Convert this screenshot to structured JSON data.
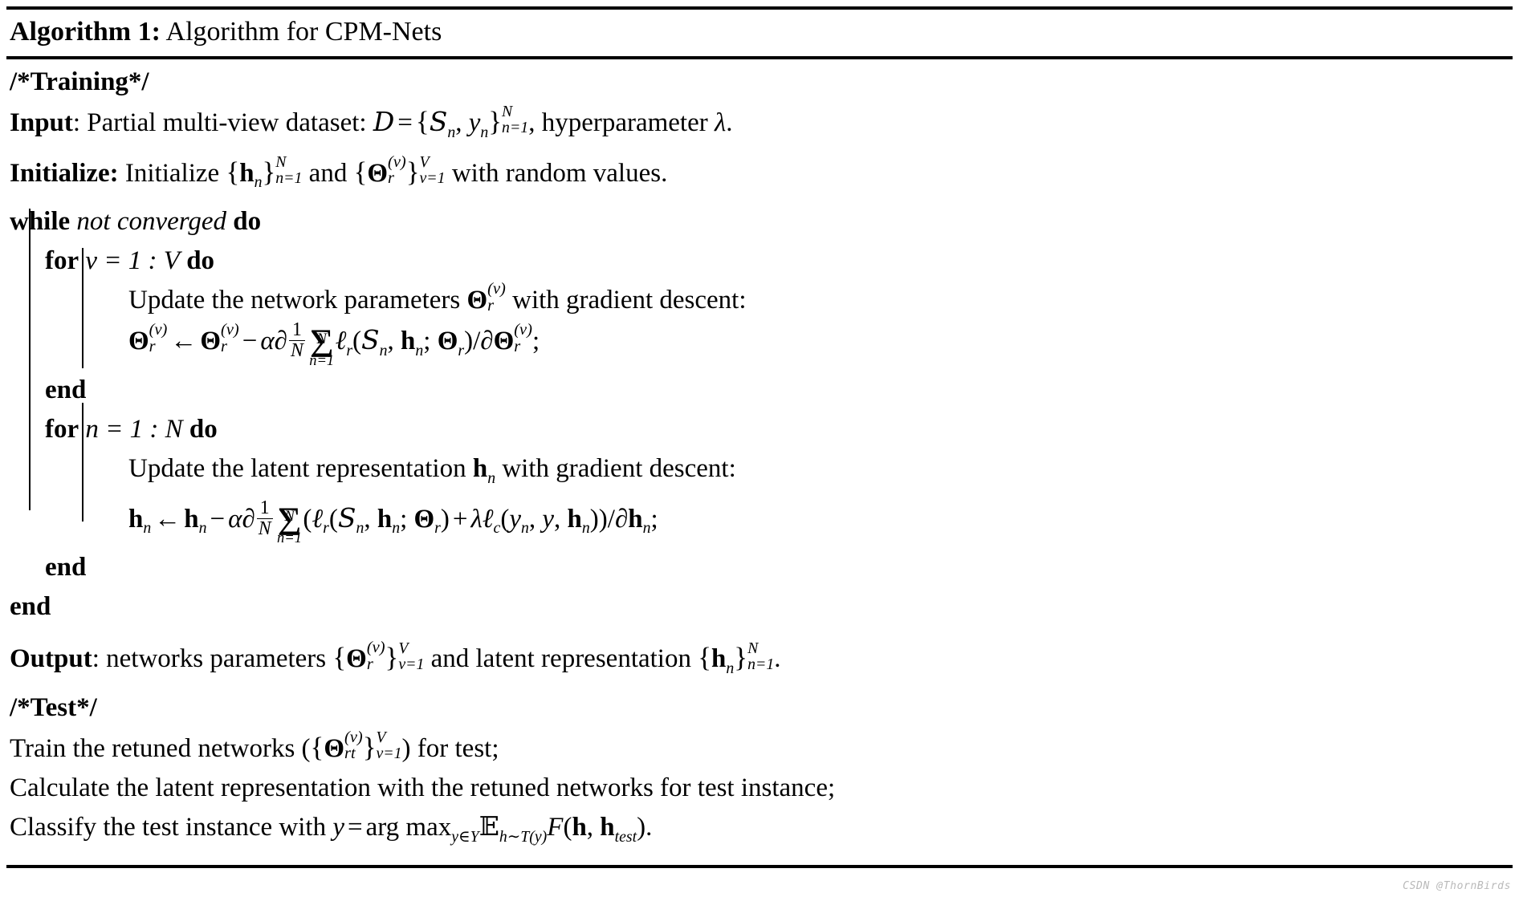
{
  "document": {
    "type": "algorithm-pseudocode",
    "caption_label": "Algorithm 1:",
    "caption_title": "Algorithm for CPM-Nets",
    "watermark": "CSDN @ThornBirds"
  },
  "lines": {
    "training_comment": "/*Training*/",
    "input_label": "Input",
    "input_text": ": Partial multi-view dataset: ",
    "input_tail": ", hyperparameter ",
    "input_lambda": "λ",
    "input_period": ".",
    "initialize_label": "Initialize:",
    "initialize_text": " Initialize ",
    "initialize_and": " and ",
    "initialize_tail": " with random values.",
    "while_kw": "while",
    "while_cond": "not converged",
    "while_do": "do",
    "for1_kw": "for",
    "for1_range": "v = 1 : V",
    "for1_do": "do",
    "update_theta_text": "Update the network parameters ",
    "update_theta_tail": " with gradient descent:",
    "end1": "end",
    "for2_kw": "for",
    "for2_range": "n = 1 : N",
    "for2_do": "do",
    "update_h_text": "Update the latent representation ",
    "update_h_tail": " with gradient descent:",
    "end2": "end",
    "end_while": "end",
    "output_label": "Output",
    "output_text": ": networks parameters ",
    "output_and": " and latent representation ",
    "output_period": ".",
    "test_comment": "/*Test*/",
    "test_line1_a": "Train the retuned networks (",
    "test_line1_b": ") for test;",
    "test_line2": "Calculate the latent representation with the retuned networks for test instance;",
    "test_line3_a": "Classify the test instance with ",
    "test_line3_b": "."
  },
  "math": {
    "dataset_sym": "D",
    "equals": "=",
    "script_S": "S",
    "y_sym": "y",
    "n_sub": "n",
    "N_sup": "N",
    "n_eq_1": "n=1",
    "h_sym": "h",
    "Theta": "Θ",
    "v_sup": "(v)",
    "r_sub": "r",
    "rt_sub": "rt",
    "V_sup": "V",
    "v_eq_1": "v=1",
    "arrow": "←",
    "minus": "−",
    "alpha": "α",
    "partial": "∂",
    "one": "1",
    "N_den": "N",
    "sigma": "Σ",
    "ell": "ℓ",
    "semicolon": ";",
    "comma": ",",
    "slash": "/",
    "plus": "+",
    "lambda": "λ",
    "c_sub": "c",
    "arg_max": "arg max",
    "y_in_Y": "y∈Y",
    "E_sym": "𝔼",
    "h_sim_T": "h∼T(y)",
    "F_sym": "F",
    "test_sub": "test",
    "lbrace": "{",
    "rbrace": "}",
    "lparen": "(",
    "rparen": ")"
  }
}
